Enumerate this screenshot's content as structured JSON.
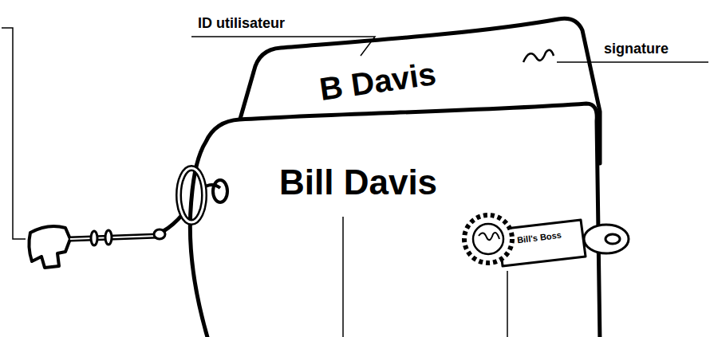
{
  "diagram": {
    "nodes": [
      {
        "text": [
          "B Davis"
        ]
      },
      {
        "text": [
          "Bill Davis"
        ]
      },
      {
        "text": [
          "Bill's Boss"
        ]
      }
    ],
    "labels": [
      "ID utilisateur",
      "signature"
    ]
  }
}
